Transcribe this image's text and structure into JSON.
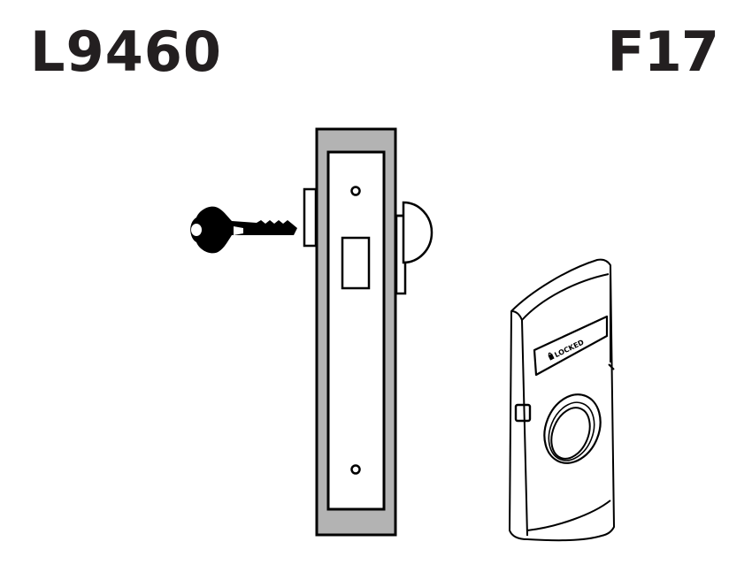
{
  "header": {
    "model_number": "L9460",
    "function_code": "F17"
  },
  "illustration": {
    "key": {
      "icon": "key-icon"
    },
    "mortise_lock": {
      "icon": "mortise-lock-body-icon",
      "faceplate_color": "#b3b3b3",
      "outline_color": "#000000"
    },
    "escutcheon": {
      "icon": "escutcheon-indicator-icon",
      "indicator_label": "LOCKED",
      "indicator_icon": "padlock-icon"
    }
  },
  "colors": {
    "title": "#231f20",
    "background": "#ffffff",
    "faceplate_fill": "#b3b3b3"
  }
}
